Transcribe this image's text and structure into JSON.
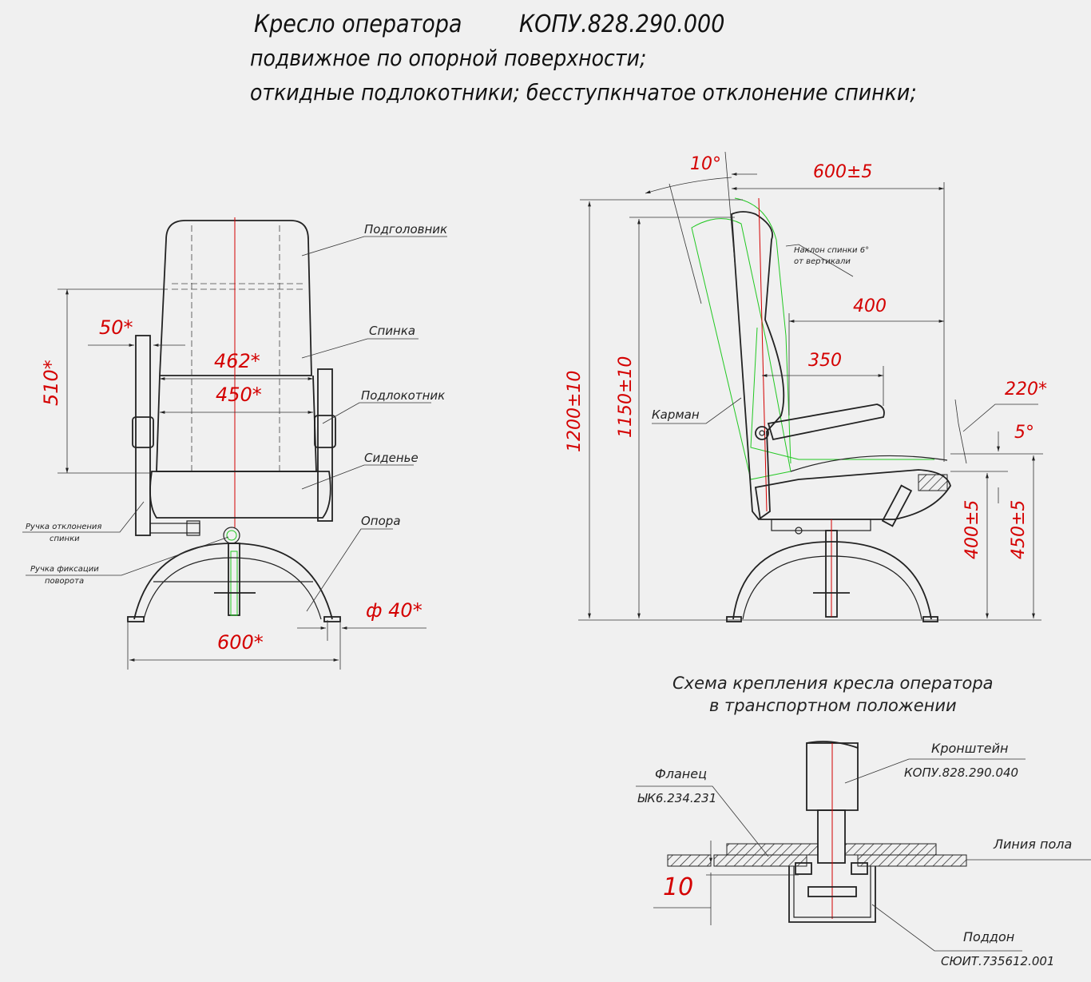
{
  "title": {
    "line1_name": "Кресло оператора",
    "line1_code": "КОПУ.828.290.000",
    "line2": "подвижное по опорной поверхности;",
    "line3": "откидные подлокотники; бесступкнчатое отклонение спинки;"
  },
  "front_view": {
    "labels": {
      "headrest": "Подголовник",
      "backrest": "Спинка",
      "armrest": "Подлокотник",
      "seat": "Сиденье",
      "support": "Опора",
      "tilt_handle_1": "Ручка отклонения",
      "tilt_handle_2": "спинки",
      "swivel_lock_1": "Ручка фиксации",
      "swivel_lock_2": "поворота"
    },
    "dims": {
      "d510": "510*",
      "d50": "50*",
      "d462": "462*",
      "d450": "450*",
      "d600": "600*",
      "d40": "ф 40*"
    }
  },
  "side_view": {
    "labels": {
      "pocket": "Карман",
      "note_1": "Наклон спинки 6°",
      "note_2": "от вертикали"
    },
    "dims": {
      "d10deg": "10°",
      "d600": "600±5",
      "d400": "400",
      "d350": "350",
      "d220": "220*",
      "d5deg": "5°",
      "d1200": "1200±10",
      "d1150": "1150±10",
      "d400v": "400±5",
      "d450v": "450±5"
    }
  },
  "mount_scheme": {
    "title_1": "Схема крепления кресла оператора",
    "title_2": "в транспортном положении",
    "labels": {
      "bracket": "Кронштейн",
      "bracket_code": "КОПУ.828.290.040",
      "flange": "Фланец",
      "flange_code": "ЫК6.234.231",
      "floor_line": "Линия пола",
      "tray": "Поддон",
      "tray_code": "СЮИТ.735612.001"
    },
    "dims": {
      "d10": "10"
    }
  },
  "colors": {
    "dimension": "#d40000",
    "line": "#222222",
    "alt_position": "#22c822",
    "background": "#f0f0f0"
  }
}
